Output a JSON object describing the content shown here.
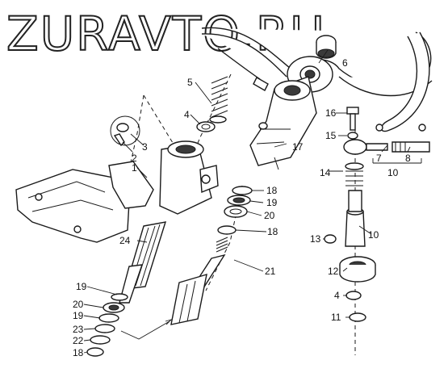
{
  "watermark": "ZURAVTO.RU",
  "callouts": [
    {
      "id": "c1",
      "text": "1"
    },
    {
      "id": "c2",
      "text": "2"
    },
    {
      "id": "c3",
      "text": "3"
    },
    {
      "id": "c4a",
      "text": "4"
    },
    {
      "id": "c4b",
      "text": "4"
    },
    {
      "id": "c5",
      "text": "5"
    },
    {
      "id": "c6",
      "text": "6"
    },
    {
      "id": "c7",
      "text": "7"
    },
    {
      "id": "c8",
      "text": "8"
    },
    {
      "id": "c10a",
      "text": "10"
    },
    {
      "id": "c10b",
      "text": "10"
    },
    {
      "id": "c11",
      "text": "11"
    },
    {
      "id": "c12",
      "text": "12"
    },
    {
      "id": "c13",
      "text": "13"
    },
    {
      "id": "c14",
      "text": "14"
    },
    {
      "id": "c15",
      "text": "15"
    },
    {
      "id": "c16",
      "text": "16"
    },
    {
      "id": "c17",
      "text": "17"
    },
    {
      "id": "c18a",
      "text": "18"
    },
    {
      "id": "c18b",
      "text": "18"
    },
    {
      "id": "c18c",
      "text": "18"
    },
    {
      "id": "c19a",
      "text": "19"
    },
    {
      "id": "c19b",
      "text": "19"
    },
    {
      "id": "c19c",
      "text": "19"
    },
    {
      "id": "c20a",
      "text": "20"
    },
    {
      "id": "c20b",
      "text": "20"
    },
    {
      "id": "c21",
      "text": "21"
    },
    {
      "id": "c22",
      "text": "22"
    },
    {
      "id": "c23",
      "text": "23"
    },
    {
      "id": "c24",
      "text": "24"
    }
  ]
}
